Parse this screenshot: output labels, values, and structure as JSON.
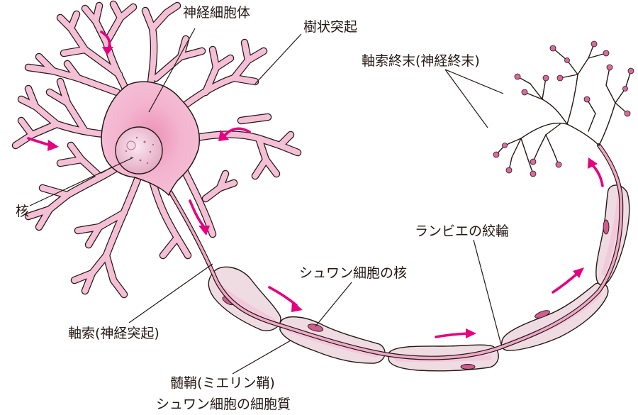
{
  "labels": {
    "cell_body": "神経細胞体",
    "dendrite": "樹状突起",
    "nucleus": "核",
    "axon_terminal": "軸索終末(神経終末)",
    "node_of_ranvier": "ランビエの絞輪",
    "schwann_nucleus": "シュワン細胞の核",
    "axon": "軸索(神経突起)",
    "myelin_line1": "髄鞘(ミエリン鞘)",
    "myelin_line2": "シュワン細胞の細胞質"
  },
  "colors": {
    "cytoplasm": "#f5bfd6",
    "cytoplasm_center": "#ec8fb6",
    "outline": "#231815",
    "flow_arrow": "#e4007f",
    "myelin_sheath": "#efdce3",
    "schwann_nucleus": "#cf5d8d",
    "nucleus_fill": "#f0c9d8"
  },
  "icons": {
    "flow_direction": "magenta-curved-arrow",
    "terminal_bouton": "pink-dot"
  }
}
